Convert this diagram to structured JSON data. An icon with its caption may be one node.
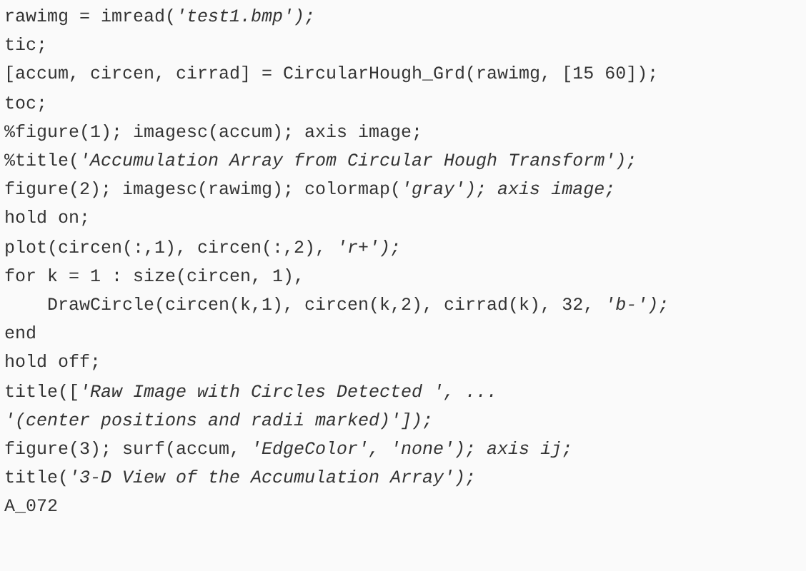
{
  "diagram": {
    "labels": [
      "rawimg = imread(*'test1.bmp');*",
      "tic;",
      "[accum, circen, cirrad] = CircularHough_Grd(rawimg, [15 60]);",
      "toc;",
      "%figure(1); imagesc(accum); axis image;",
      "%title(*'Accumulation Array from Circular Hough Transform');*",
      "figure(2); imagesc(rawimg); colormap(*'gray'); axis image;*",
      "hold on;",
      "plot(circen(:,1), circen(:,2), *'r+');*",
      "for k = 1 : size(circen, 1),",
      "    DrawCircle(circen(k,1), circen(k,2), cirrad(k), 32, *'b-');*",
      "end",
      "hold off;",
      "title([*'Raw Image with Circles Detected ', ...*",
      "*'(center positions and radii marked)']);*",
      "figure(3); surf(accum, *'EdgeColor', 'none'); axis ij;*",
      "title(*'3-D View of the Accumulation Array');*",
      "A_072"
    ]
  }
}
